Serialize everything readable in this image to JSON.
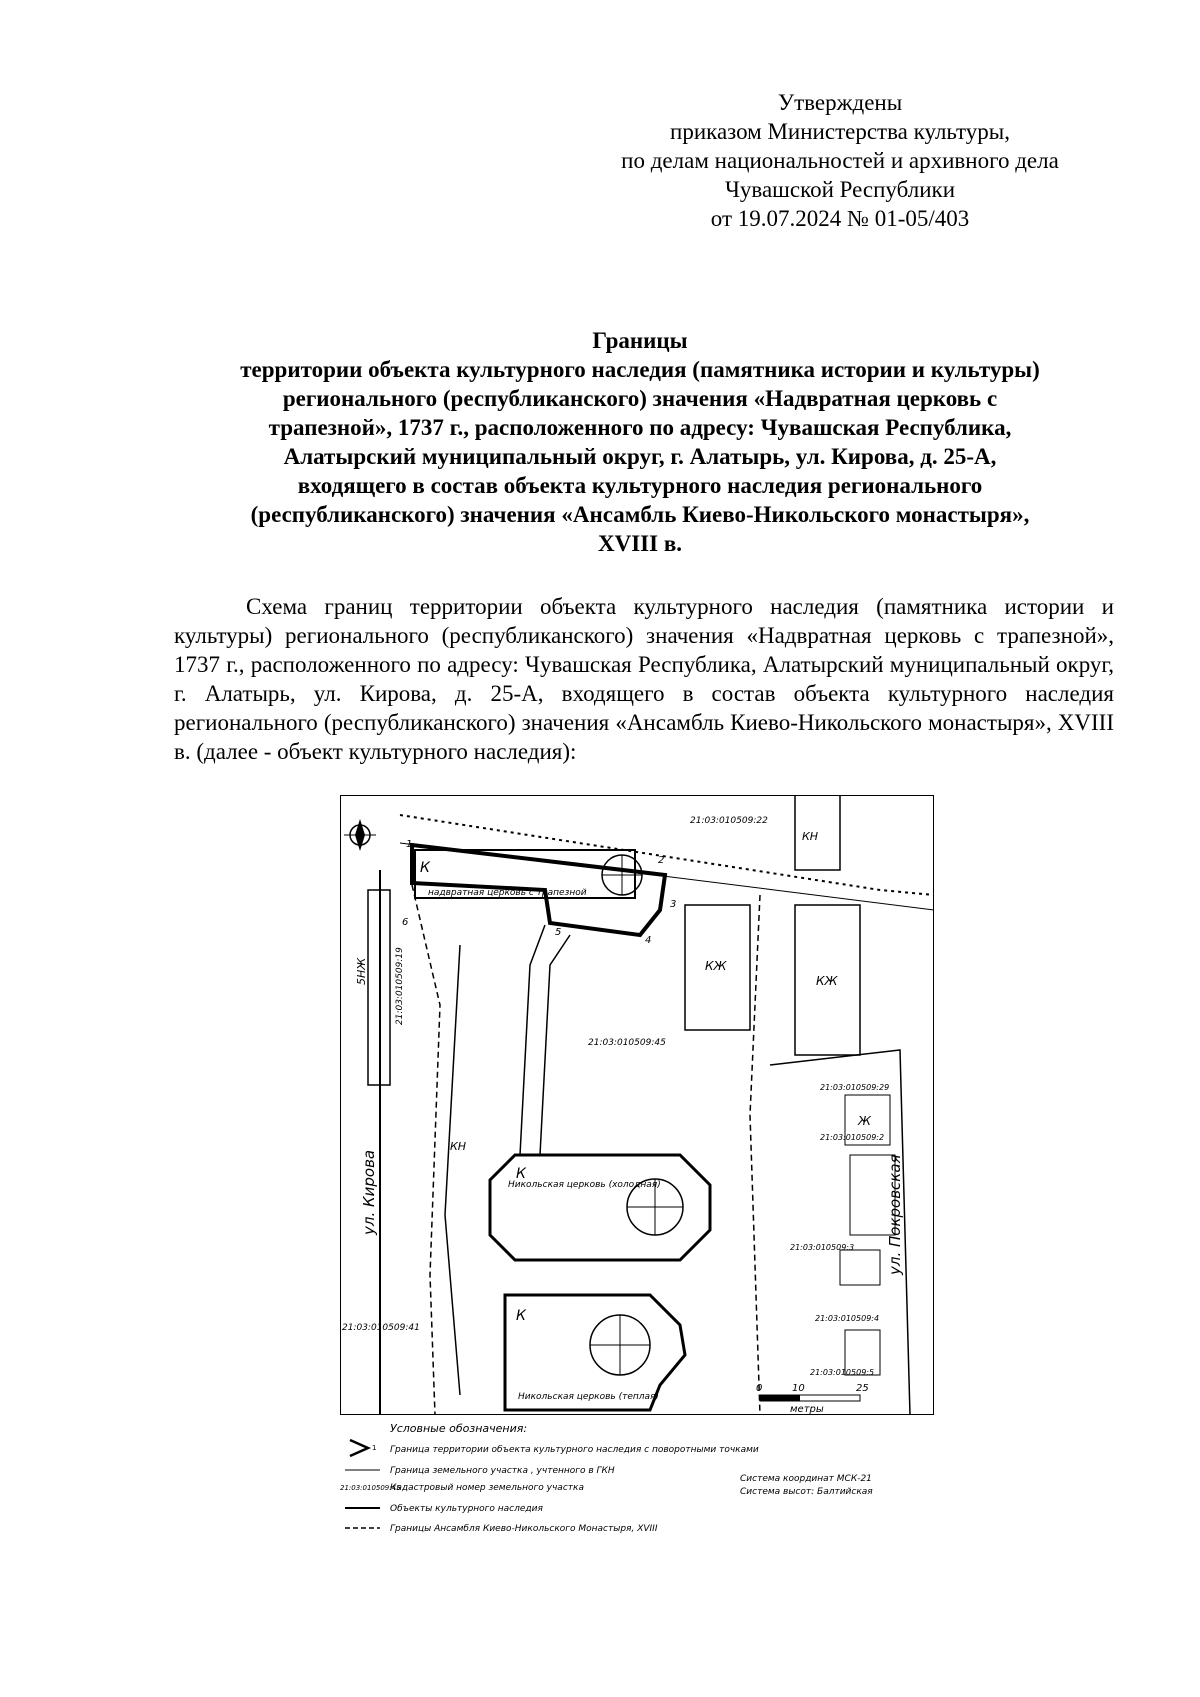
{
  "approval": {
    "line1": "Утверждены",
    "line2": "приказом Министерства культуры,",
    "line3": "по делам национальностей и архивного дела",
    "line4": "Чувашской Республики",
    "line5": "от 19.07.2024 № 01-05/403"
  },
  "title": {
    "line1": "Границы",
    "line2": "территории объекта культурного наследия (памятника истории и культуры)",
    "line3": "регионального (республиканского) значения «Надвратная церковь с",
    "line4": "трапезной», 1737 г., расположенного по адресу: Чувашская Республика,",
    "line5": "Алатырский муниципальный округ, г. Алатырь, ул. Кирова, д. 25-А,",
    "line6": "входящего в состав объекта культурного наследия регионального",
    "line7": "(республиканского) значения «Ансамбль Киево-Никольского монастыря»,",
    "line8": "XVIII в."
  },
  "intro_text": "Схема границ территории объекта культурного наследия (памятника истории и культуры) регионального (республиканского) значения «Надвратная церковь с трапезной», 1737 г., расположенного по адресу: Чувашская Республика, Алатырский муниципальный округ, г. Алатырь, ул. Кирова, д. 25-А, входящего в состав объекта культурного наследия регионального (республиканского) значения «Ансамбль Киево-Никольского монастыря», XVIII в. (далее - объект культурного наследия):",
  "map": {
    "label_church_gate": "надвратная церковь с трапезной",
    "label_church_cold": "Никольская церковь (холодная)",
    "label_church_warm": "Никольская церковь (теплая)",
    "street_kirova": "ул. Кирова",
    "street_pokrovskaya": "ул. Покровская",
    "cad_main": "21:03:010509:45",
    "cad_top": "21:03:010509:22",
    "cad_left": "21:03:010509:19",
    "cad_left_low": "21:03:010509:41",
    "cad_r1": "21:03:010509:29",
    "cad_r2": "21:03:010509:2",
    "cad_r3": "21:03:010509:3",
    "cad_r4": "21:03:010509:4",
    "cad_r5": "21:03:010509:5",
    "bld_k": "К",
    "bld_kn": "КН",
    "bld_kzh": "КЖ",
    "bld_zh": "Ж",
    "bld_5nzh": "5НЖ",
    "pt1": "1",
    "pt2": "2",
    "pt3": "3",
    "pt4": "4",
    "pt5": "5",
    "pt6": "6",
    "scale_0": "0",
    "scale_10": "10",
    "scale_25": "25",
    "scale_unit": "метры"
  },
  "legend": {
    "title": "Условные обозначения:",
    "item1": "Граница территории объекта культурного наследия с поворотными точками",
    "item2": "Граница земельного участка , учтенного в ГКН",
    "item3_code": "21:03:010509:45",
    "item3": "Кадастровый номер земельного участка",
    "item4": "Объекты культурного наследия",
    "item5": "Границы Ансамбля Киево-Никольского Монастыря, XVIII",
    "coord_system": "Система координат  МСК-21",
    "height_system": "Система высот: Балтийская"
  }
}
